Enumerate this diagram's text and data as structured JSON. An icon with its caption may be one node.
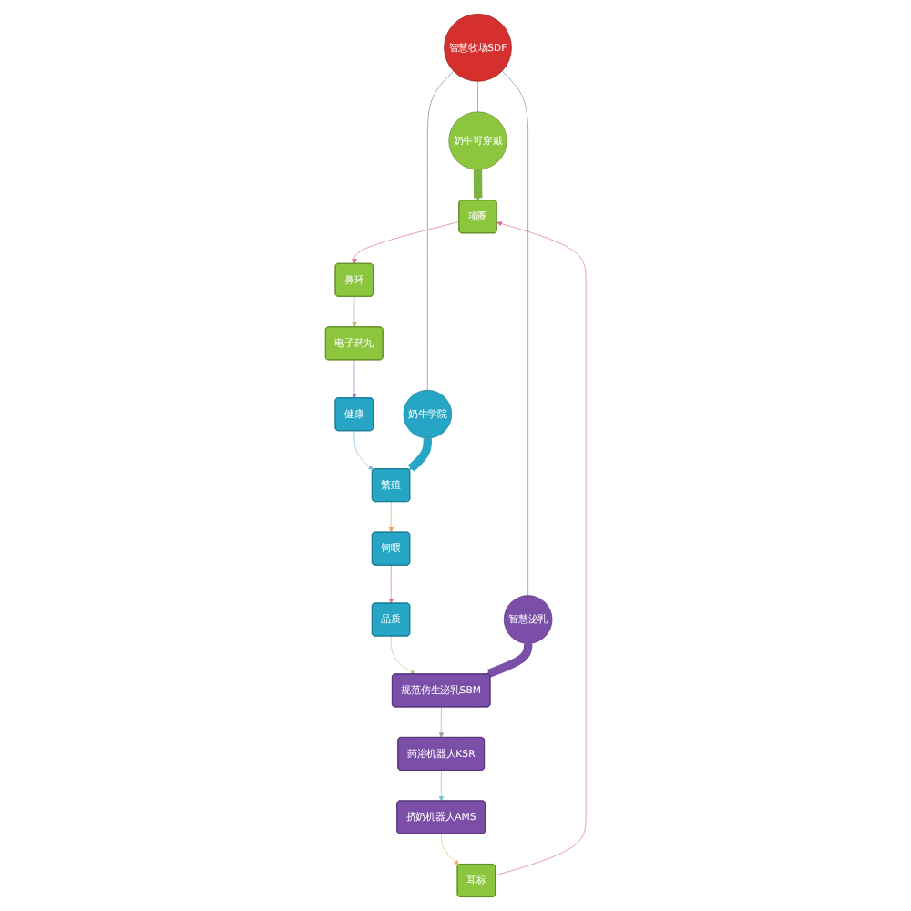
{
  "diagram": {
    "nodes": [
      {
        "text": [
          "项圈"
        ]
      },
      {
        "text": [
          "耳标"
        ]
      },
      {
        "text": [
          "鼻环"
        ]
      },
      {
        "text": [
          "奶牛可穿戴"
        ]
      },
      {
        "text": [
          "电子药丸"
        ]
      },
      {
        "text": [
          "挤奶机器人AMS"
        ]
      },
      {
        "text": [
          "智慧牧场SDF"
        ]
      },
      {
        "text": [
          "药浴机器人KSR"
        ]
      },
      {
        "text": [
          "健康"
        ]
      },
      {
        "text": [
          "智慧泌乳"
        ]
      },
      {
        "text": [
          "奶牛学院"
        ]
      },
      {
        "text": [
          "规范仿生泌乳SBM"
        ]
      },
      {
        "text": [
          "繁殖"
        ]
      },
      {
        "text": [
          "品质"
        ]
      },
      {
        "text": [
          "饲喂"
        ]
      }
    ],
    "edges": [
      {
        "from": 1,
        "to": 0,
        "arrow": "to",
        "color": "#d9708f"
      },
      {
        "from": 0,
        "to": 2,
        "arrow": "to",
        "color": "#d9708f"
      },
      {
        "from": 2,
        "to": 4,
        "arrow": "to",
        "color": "#b8c080"
      },
      {
        "from": 4,
        "to": 8,
        "arrow": "to",
        "color": "#8c7fd0"
      },
      {
        "from": 8,
        "to": 12,
        "arrow": "to",
        "color": "#80b8d8"
      },
      {
        "from": 12,
        "to": 14,
        "arrow": "to",
        "color": "#f0a060"
      },
      {
        "from": 14,
        "to": 13,
        "arrow": "to",
        "color": "#d9708f"
      },
      {
        "from": 13,
        "to": 11,
        "arrow": "to",
        "color": "#b0d090"
      },
      {
        "from": 11,
        "to": 7,
        "arrow": "to",
        "color": "#a0a0a0"
      },
      {
        "from": 7,
        "to": 5,
        "arrow": "to",
        "color": "#70c8d8"
      },
      {
        "from": 5,
        "to": 1,
        "arrow": "to",
        "color": "#f0b060"
      },
      {
        "from": 6,
        "to": 3,
        "arrow": "none",
        "color": "#8080a0"
      },
      {
        "from": 6,
        "to": 9,
        "arrow": "none",
        "color": "#8080a0"
      },
      {
        "from": 6,
        "to": 10,
        "arrow": "none",
        "color": "#8080a0"
      },
      {
        "from": 3,
        "to": 0,
        "arrow": "to",
        "style": "thick",
        "color": "#7cb342"
      },
      {
        "from": 9,
        "to": 11,
        "arrow": "to",
        "style": "thick",
        "color": "#7b4fa8"
      },
      {
        "from": 10,
        "to": 12,
        "arrow": "to",
        "style": "thick",
        "color": "#26a6c4"
      }
    ]
  }
}
